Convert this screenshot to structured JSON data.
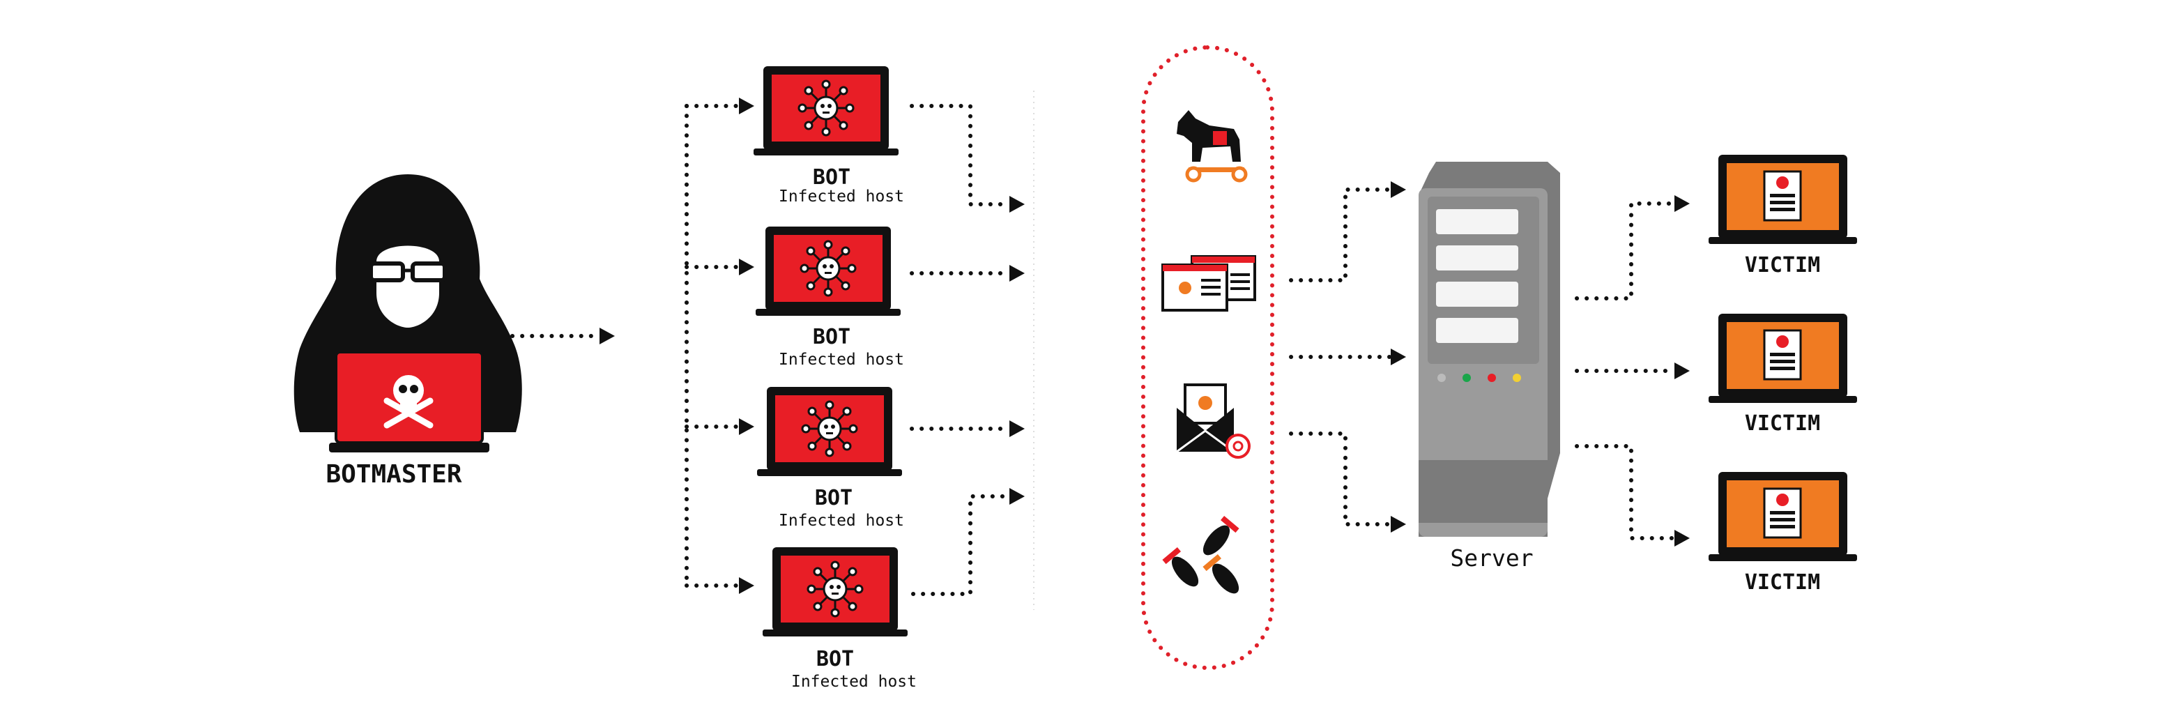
{
  "labels": {
    "botmaster": "BOTMASTER",
    "bot": "BOT",
    "infected_host": "Infected host",
    "server": "Server",
    "victim": "VICTIM"
  },
  "bots": [
    {
      "label": "BOT",
      "sublabel": "Infected host"
    },
    {
      "label": "BOT",
      "sublabel": "Infected host"
    },
    {
      "label": "BOT",
      "sublabel": "Infected host"
    },
    {
      "label": "BOT",
      "sublabel": "Infected host"
    }
  ],
  "attack_vectors": [
    {
      "icon": "trojan-horse-icon"
    },
    {
      "icon": "malware-webpage-icon"
    },
    {
      "icon": "phishing-email-icon"
    },
    {
      "icon": "bombs-icon"
    }
  ],
  "victims": [
    {
      "label": "VICTIM"
    },
    {
      "label": "VICTIM"
    },
    {
      "label": "VICTIM"
    }
  ],
  "colors": {
    "bot_screen": "#e81e26",
    "victim_screen": "#f07b22",
    "outline": "#111111",
    "vector_border": "#e0202a",
    "server_body": "#9b9b9b"
  }
}
